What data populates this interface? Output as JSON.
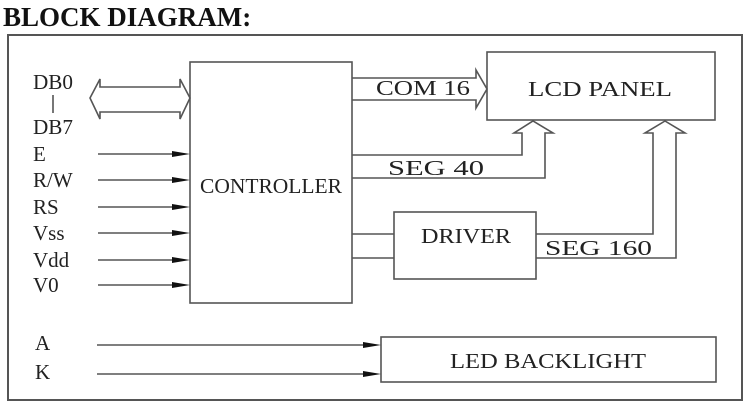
{
  "title": "BLOCK DIAGRAM:",
  "inputs": {
    "data_bus_top": "DB0",
    "data_bus_sep": "|",
    "data_bus_bottom": "DB7",
    "signals": [
      "E",
      "R/W",
      "RS",
      "Vss",
      "Vdd",
      "V0"
    ]
  },
  "blocks": {
    "controller": "CONTROLLER",
    "lcd_panel": "LCD PANEL",
    "driver": "DRIVER",
    "led_backlight": "LED BACKLIGHT"
  },
  "buses": {
    "com": "COM 16",
    "seg_controller": "SEG 40",
    "seg_driver": "SEG 160"
  },
  "backlight_inputs": [
    "A",
    "K"
  ]
}
